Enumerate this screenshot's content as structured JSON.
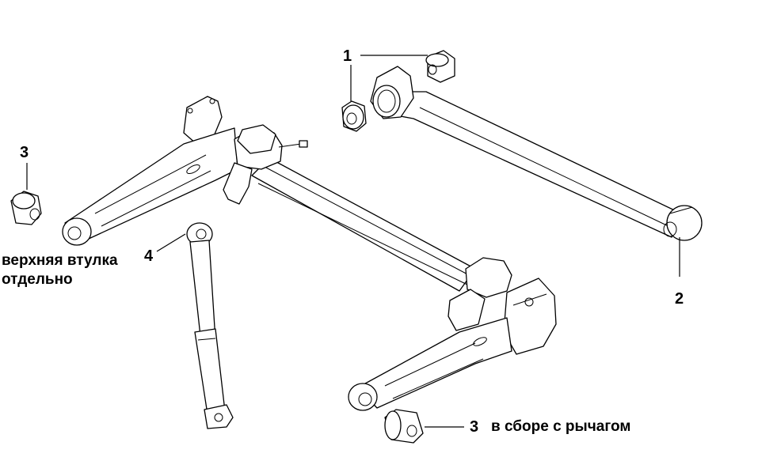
{
  "callouts": {
    "c1": {
      "number": "1"
    },
    "c2": {
      "number": "2"
    },
    "c3_left": {
      "number": "3"
    },
    "c3_bottom": {
      "number": "3",
      "note": "в сборе с рычагом"
    },
    "c4": {
      "number": "4"
    }
  },
  "left_note": {
    "line1": "верхняя втулка",
    "line2": "отдельно"
  },
  "colors": {
    "line": "#000000",
    "background": "#ffffff"
  }
}
